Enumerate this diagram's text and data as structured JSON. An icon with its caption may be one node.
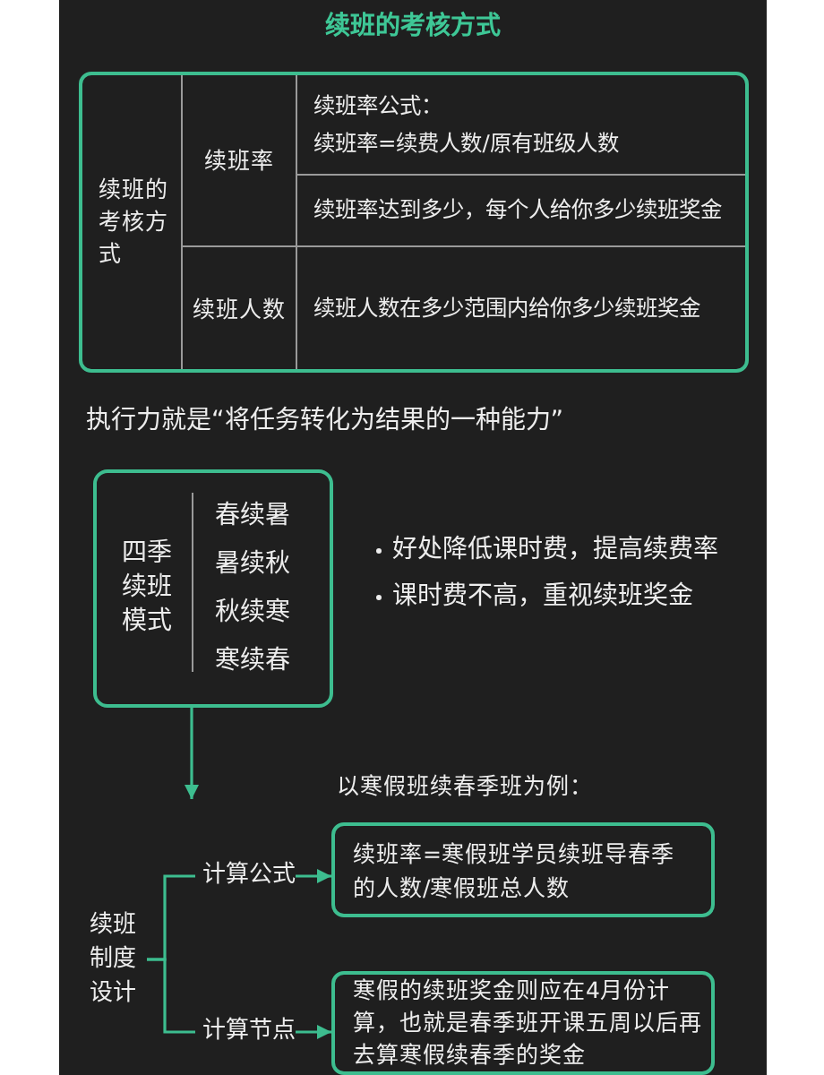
{
  "diagram": {
    "title": "续班的考核方式",
    "nodes": [
      {
        "text": [],
        "shape": "box"
      },
      {
        "text": [
          "续班的考核方式"
        ],
        "in": 0
      },
      {
        "text": [
          "续班率"
        ],
        "in": 0
      },
      {
        "text": [
          "续班率公式：",
          "续班率=续费人数/原有班级人数"
        ],
        "in": 0
      },
      {
        "text": [
          "续班率达到多少，每个人给你多少续班奖金"
        ],
        "in": 0
      },
      {
        "text": [
          "续班人数"
        ],
        "in": 0
      },
      {
        "text": [
          "续班人数在多少范围内给你多少续班奖金"
        ],
        "in": 0
      },
      {
        "text": [
          "四季续班模式",
          "春续暑",
          "暑续秋",
          "秋续寒",
          "寒续春"
        ]
      },
      {
        "text": [
          "续班制度设计"
        ]
      },
      {
        "text": [
          "计算公式"
        ]
      },
      {
        "text": [
          "续班率=寒假班学员续班导春季的人数/寒假班总人数"
        ]
      },
      {
        "text": [
          "计算节点"
        ]
      },
      {
        "text": [
          "寒假的续班奖金则应在4月份计算，也就是春季班开课五周以后再去算寒假续春季的奖金"
        ]
      }
    ],
    "edges": [
      {
        "from": 7,
        "to": 9,
        "arrow": "to"
      },
      {
        "from": 8,
        "to": 9,
        "arrow": "none"
      },
      {
        "from": 8,
        "to": 11,
        "arrow": "none"
      },
      {
        "from": 9,
        "to": 10,
        "arrow": "to"
      },
      {
        "from": 11,
        "to": 12,
        "arrow": "to"
      }
    ],
    "labels": [
      "执行力就是“将任务转化为结果的一种能力”",
      "好处降低课时费，提高续费率",
      "课时费不高，重视续班奖金",
      "以寒假班续春季班为例："
    ]
  }
}
